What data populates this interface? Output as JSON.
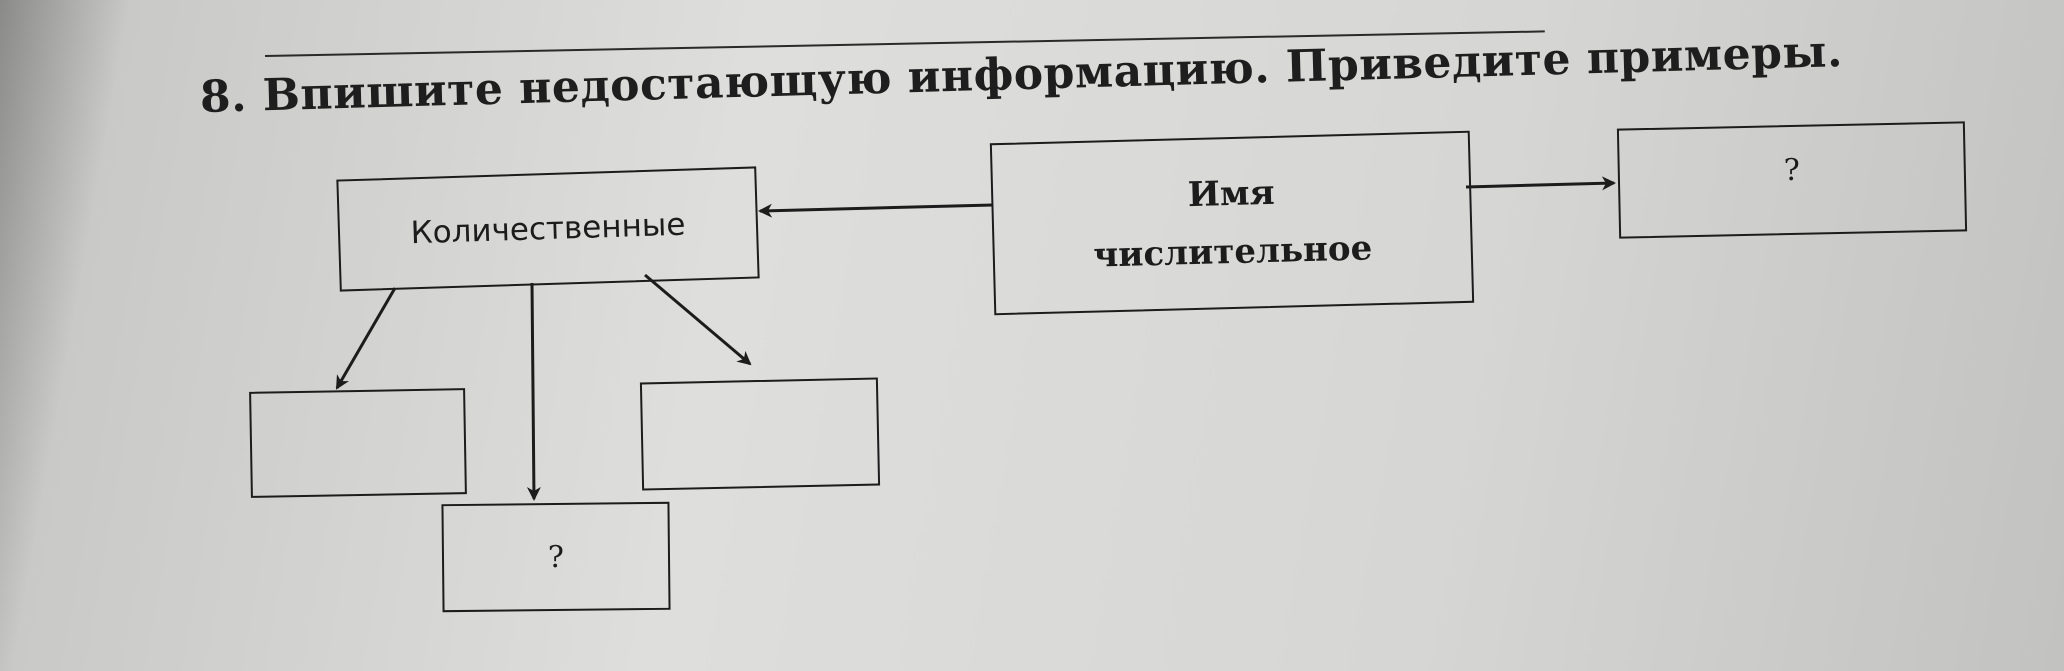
{
  "task": {
    "title": "8. Впишите недостающую информацию. Приведите примеры."
  },
  "diagram": {
    "center_box": {
      "line1": "Имя",
      "line2": "числительное"
    },
    "left_box": {
      "label": "Количественные"
    },
    "right_box": {
      "label": "?"
    },
    "bottom_left_box": {
      "label": ""
    },
    "bottom_center_box": {
      "label": "?"
    },
    "bottom_right_box": {
      "label": ""
    }
  }
}
